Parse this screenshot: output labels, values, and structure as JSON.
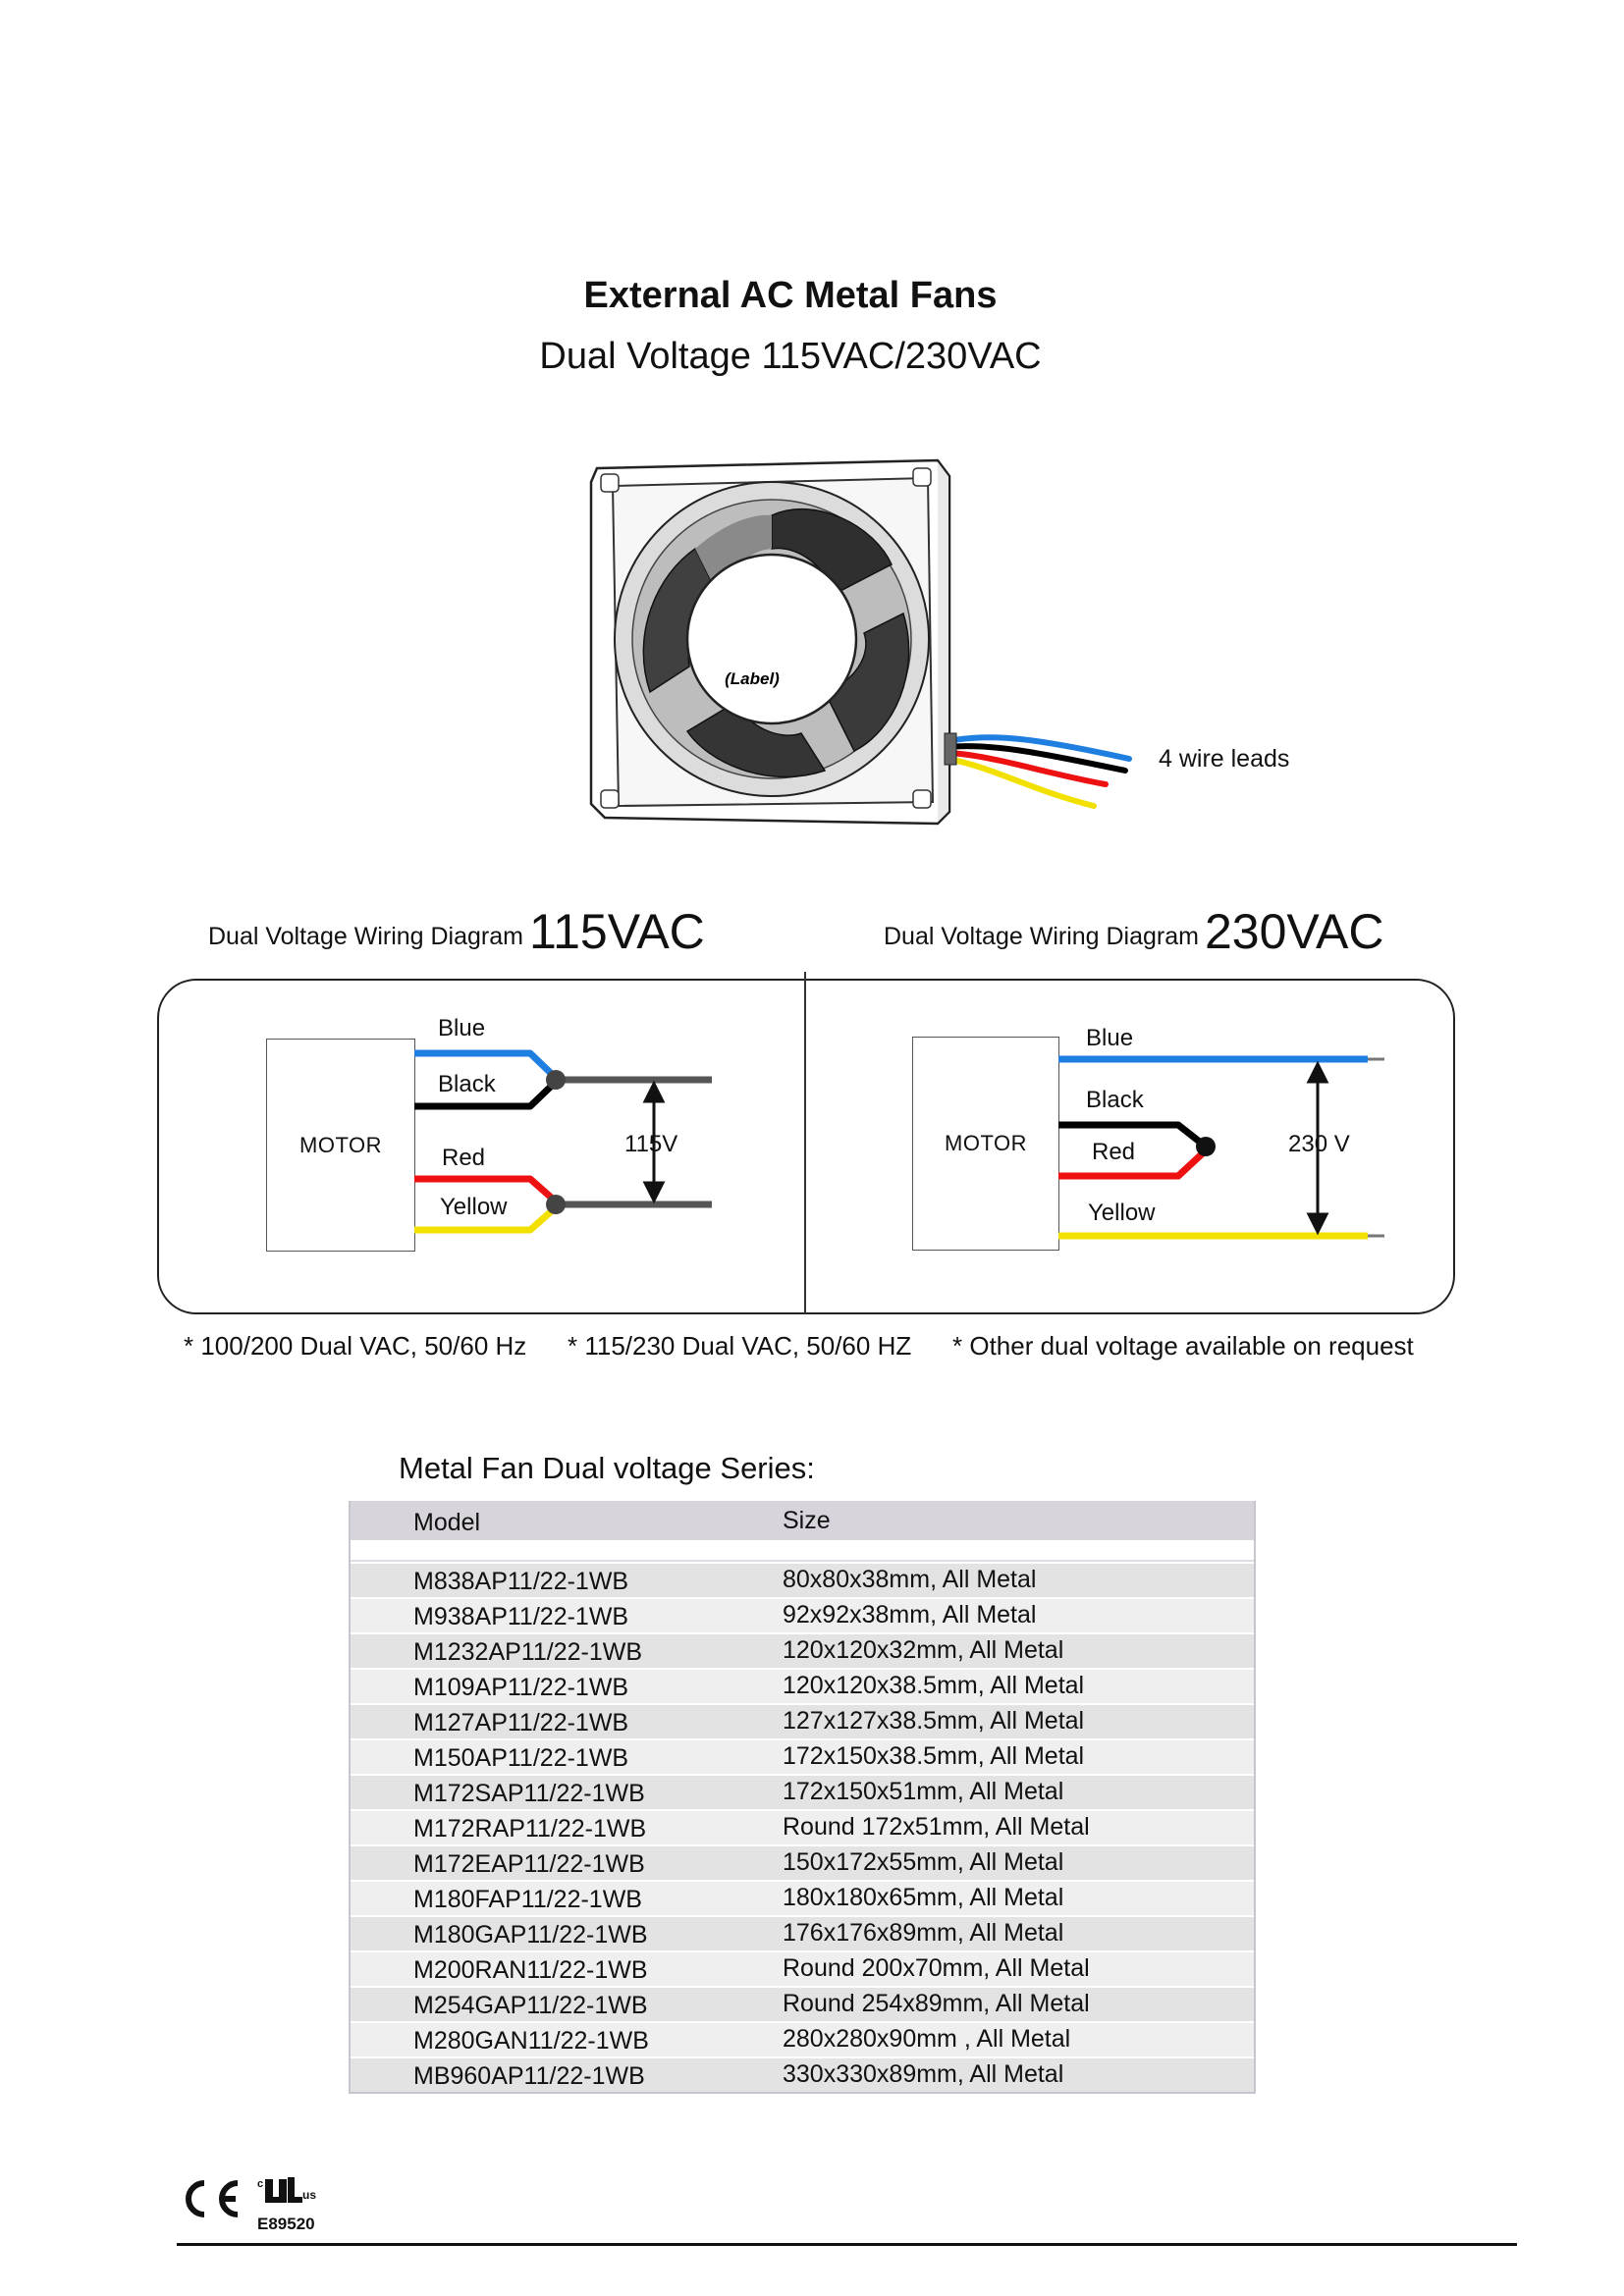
{
  "header": {
    "title": "External AC Metal Fans",
    "subtitle": "Dual Voltage 115VAC/230VAC"
  },
  "fan_image": {
    "label": "(Label)",
    "leads_label": "4 wire leads",
    "lead_colors": [
      "#1e7fe0",
      "#000000",
      "#ee1111",
      "#f2e000"
    ]
  },
  "diagram_115": {
    "title_prefix": "Dual Voltage Wiring Diagram",
    "title_value": "115VAC",
    "motor_label": "MOTOR",
    "wires": [
      "Blue",
      "Black",
      "Red",
      "Yellow"
    ],
    "voltage_label": "115V"
  },
  "diagram_230": {
    "title_prefix": "Dual Voltage Wiring Diagram",
    "title_value": "230VAC",
    "motor_label": "MOTOR",
    "wires": [
      "Blue",
      "Black",
      "Red",
      "Yellow"
    ],
    "voltage_label": "230 V"
  },
  "footnotes": [
    "* 100/200 Dual VAC, 50/60 Hz",
    "* 115/230 Dual VAC, 50/60 HZ",
    "* Other dual voltage available on request"
  ],
  "series": {
    "heading": "Metal Fan Dual voltage Series:",
    "columns": [
      "Model",
      "Size"
    ],
    "rows": [
      [
        "M838AP11/22-1WB",
        "80x80x38mm, All Metal"
      ],
      [
        "M938AP11/22-1WB",
        "92x92x38mm, All Metal"
      ],
      [
        "M1232AP11/22-1WB",
        "120x120x32mm, All Metal"
      ],
      [
        "M109AP11/22-1WB",
        "120x120x38.5mm, All Metal"
      ],
      [
        "M127AP11/22-1WB",
        "127x127x38.5mm, All Metal"
      ],
      [
        "M150AP11/22-1WB",
        "172x150x38.5mm, All Metal"
      ],
      [
        "M172SAP11/22-1WB",
        "172x150x51mm, All Metal"
      ],
      [
        "M172RAP11/22-1WB",
        "Round 172x51mm, All Metal"
      ],
      [
        "M172EAP11/22-1WB",
        "150x172x55mm, All Metal"
      ],
      [
        "M180FAP11/22-1WB",
        "180x180x65mm, All Metal"
      ],
      [
        "M180GAP11/22-1WB",
        "176x176x89mm, All Metal"
      ],
      [
        "M200RAN11/22-1WB",
        "Round 200x70mm, All Metal"
      ],
      [
        "M254GAP11/22-1WB",
        "Round 254x89mm, All Metal"
      ],
      [
        "M280GAN11/22-1WB",
        "280x280x90mm , All Metal"
      ],
      [
        "MB960AP11/22-1WB",
        "330x330x89mm, All Metal"
      ]
    ]
  },
  "certifications": {
    "ce_mark": "CE",
    "ul_mark": "cULus",
    "file_number": "E89520"
  }
}
